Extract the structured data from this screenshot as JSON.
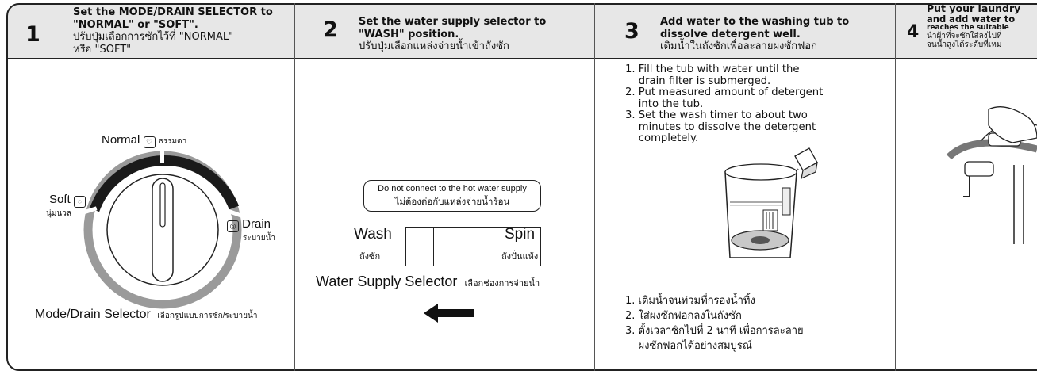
{
  "steps": [
    {
      "number": "1",
      "header_prefix": "Set the ",
      "header_bold": "MODE/DRAIN SELECTOR",
      "header_suffix": " to",
      "line2": "\"NORMAL\" or  \"SOFT\".",
      "thai1": "ปรับปุ่มเลือกการซักไว้ที่ \"NORMAL\"",
      "thai2": "หรือ  \"SOFT\""
    },
    {
      "number": "2",
      "header_prefix": "Set the ",
      "header_bold": "water supply selector",
      "header_suffix": " to",
      "line2": "\"WASH\" position.",
      "thai1": "ปรับปุ่มเลือกแหล่งจ่ายน้ำเข้าถังซัก"
    },
    {
      "number": "3",
      "line1": "Add water to the washing tub to",
      "line2": "dissolve detergent well.",
      "thai1": "เติมน้ำในถังซักเพื่อละลายผงซักฟอก"
    },
    {
      "number": "4",
      "line1": "Put your laundry",
      "line2": "and add water to",
      "line3": "reaches the suitable",
      "thai1": "นำผ้าที่จะซักใส่ลงไปที่",
      "thai2": "จนน้ำสูงได้ระดับที่เหม"
    }
  ],
  "dial": {
    "normal_label": "Normal",
    "normal_thai": "ธรรมดา",
    "soft_label": "Soft",
    "soft_thai": "นุ่มนวล",
    "drain_label": "Drain",
    "drain_thai": "ระบายน้ำ",
    "caption": "Mode/Drain Selector",
    "caption_thai": "เลือกรูปแบบการซัก/ระบายน้ำ"
  },
  "supply": {
    "warning_en": "Do not connect to the hot water supply",
    "warning_th": "ไม่ต้องต่อกับแหล่งจ่ายน้ำร้อน",
    "wash_label": "Wash",
    "wash_thai": "ถังซัก",
    "spin_label": "Spin",
    "spin_thai": "ถังปั่นแห้ง",
    "caption": "Water Supply Selector",
    "caption_thai": "เลือกช่องการจ่ายน้ำ"
  },
  "instructions_en": [
    "1. Fill the tub with water until the",
    "    drain filter is submerged.",
    "2. Put measured amount of detergent",
    "    into the tub.",
    "3. Set the wash timer to about two",
    "    minutes to dissolve the detergent",
    "    completely."
  ],
  "instructions_th": [
    "1. เติมน้ำจนท่วมที่กรองน้ำทิ้ง",
    "2. ใส่ผงซักฟอกลงในถังซัก",
    "3. ตั้งเวลาซักไปที่ 2 นาที เพื่อการละลาย",
    "    ผงซักฟอกได้อย่างสมบูรณ์"
  ],
  "colors": {
    "header_bg": "#e7e7e7",
    "ring_dark": "#1a1a1a",
    "ring_grey": "#9a9a9a"
  }
}
